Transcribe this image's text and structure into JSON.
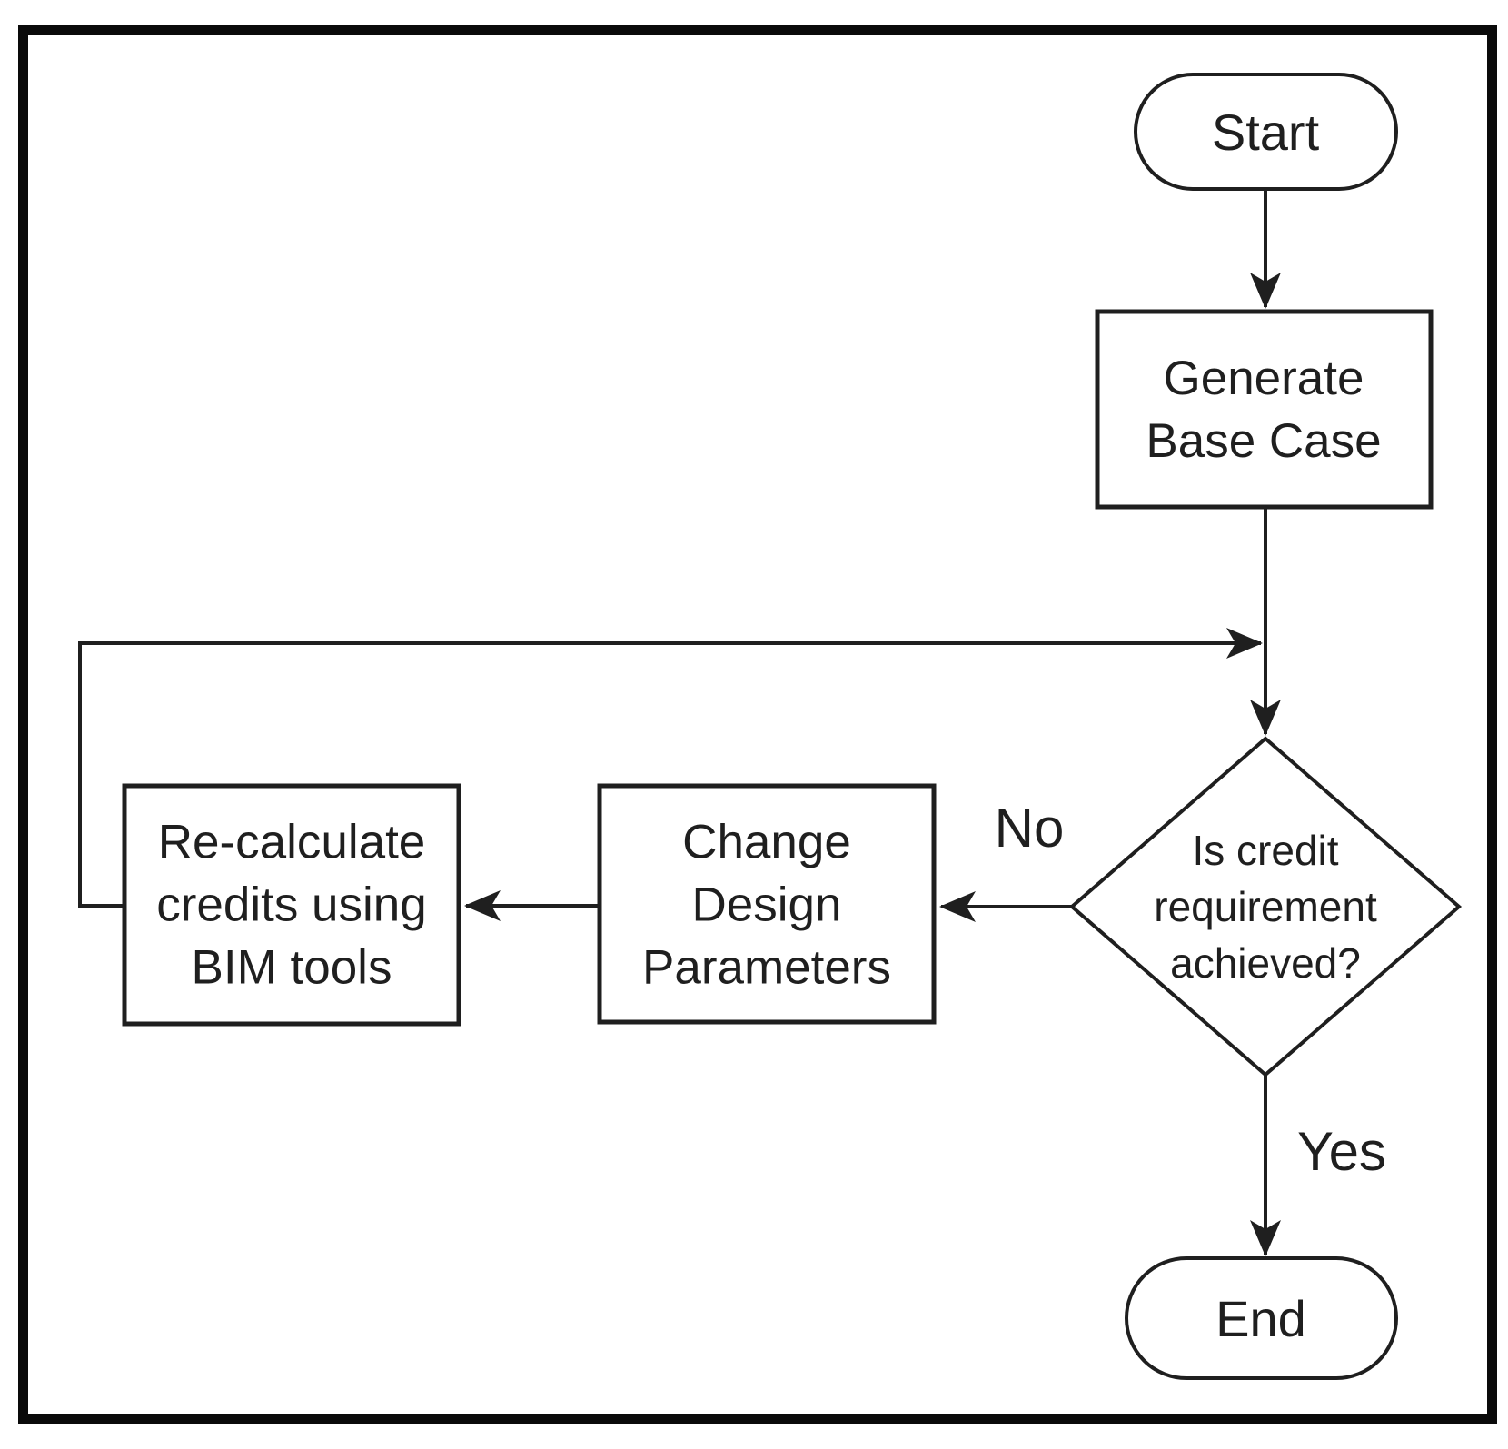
{
  "flowchart": {
    "nodes": {
      "start": {
        "label": "Start",
        "type": "terminator"
      },
      "generate": {
        "label": "Generate\nBase Case",
        "type": "process"
      },
      "decision": {
        "label": "Is credit\nrequirement\nachieved?",
        "type": "decision"
      },
      "change": {
        "label": "Change\nDesign\nParameters",
        "type": "process"
      },
      "recalc": {
        "label": "Re-calculate\ncredits using\nBIM tools",
        "type": "process"
      },
      "end": {
        "label": "End",
        "type": "terminator"
      }
    },
    "edge_labels": {
      "no": "No",
      "yes": "Yes"
    },
    "edges": [
      "start -> generate",
      "generate -> decision",
      "decision -No-> change",
      "change -> recalc",
      "recalc -> decision (loop back)",
      "decision -Yes-> end"
    ],
    "colors": {
      "stroke": "#1f1f1f",
      "frame": "#0a0a0a",
      "background": "#ffffff"
    }
  }
}
